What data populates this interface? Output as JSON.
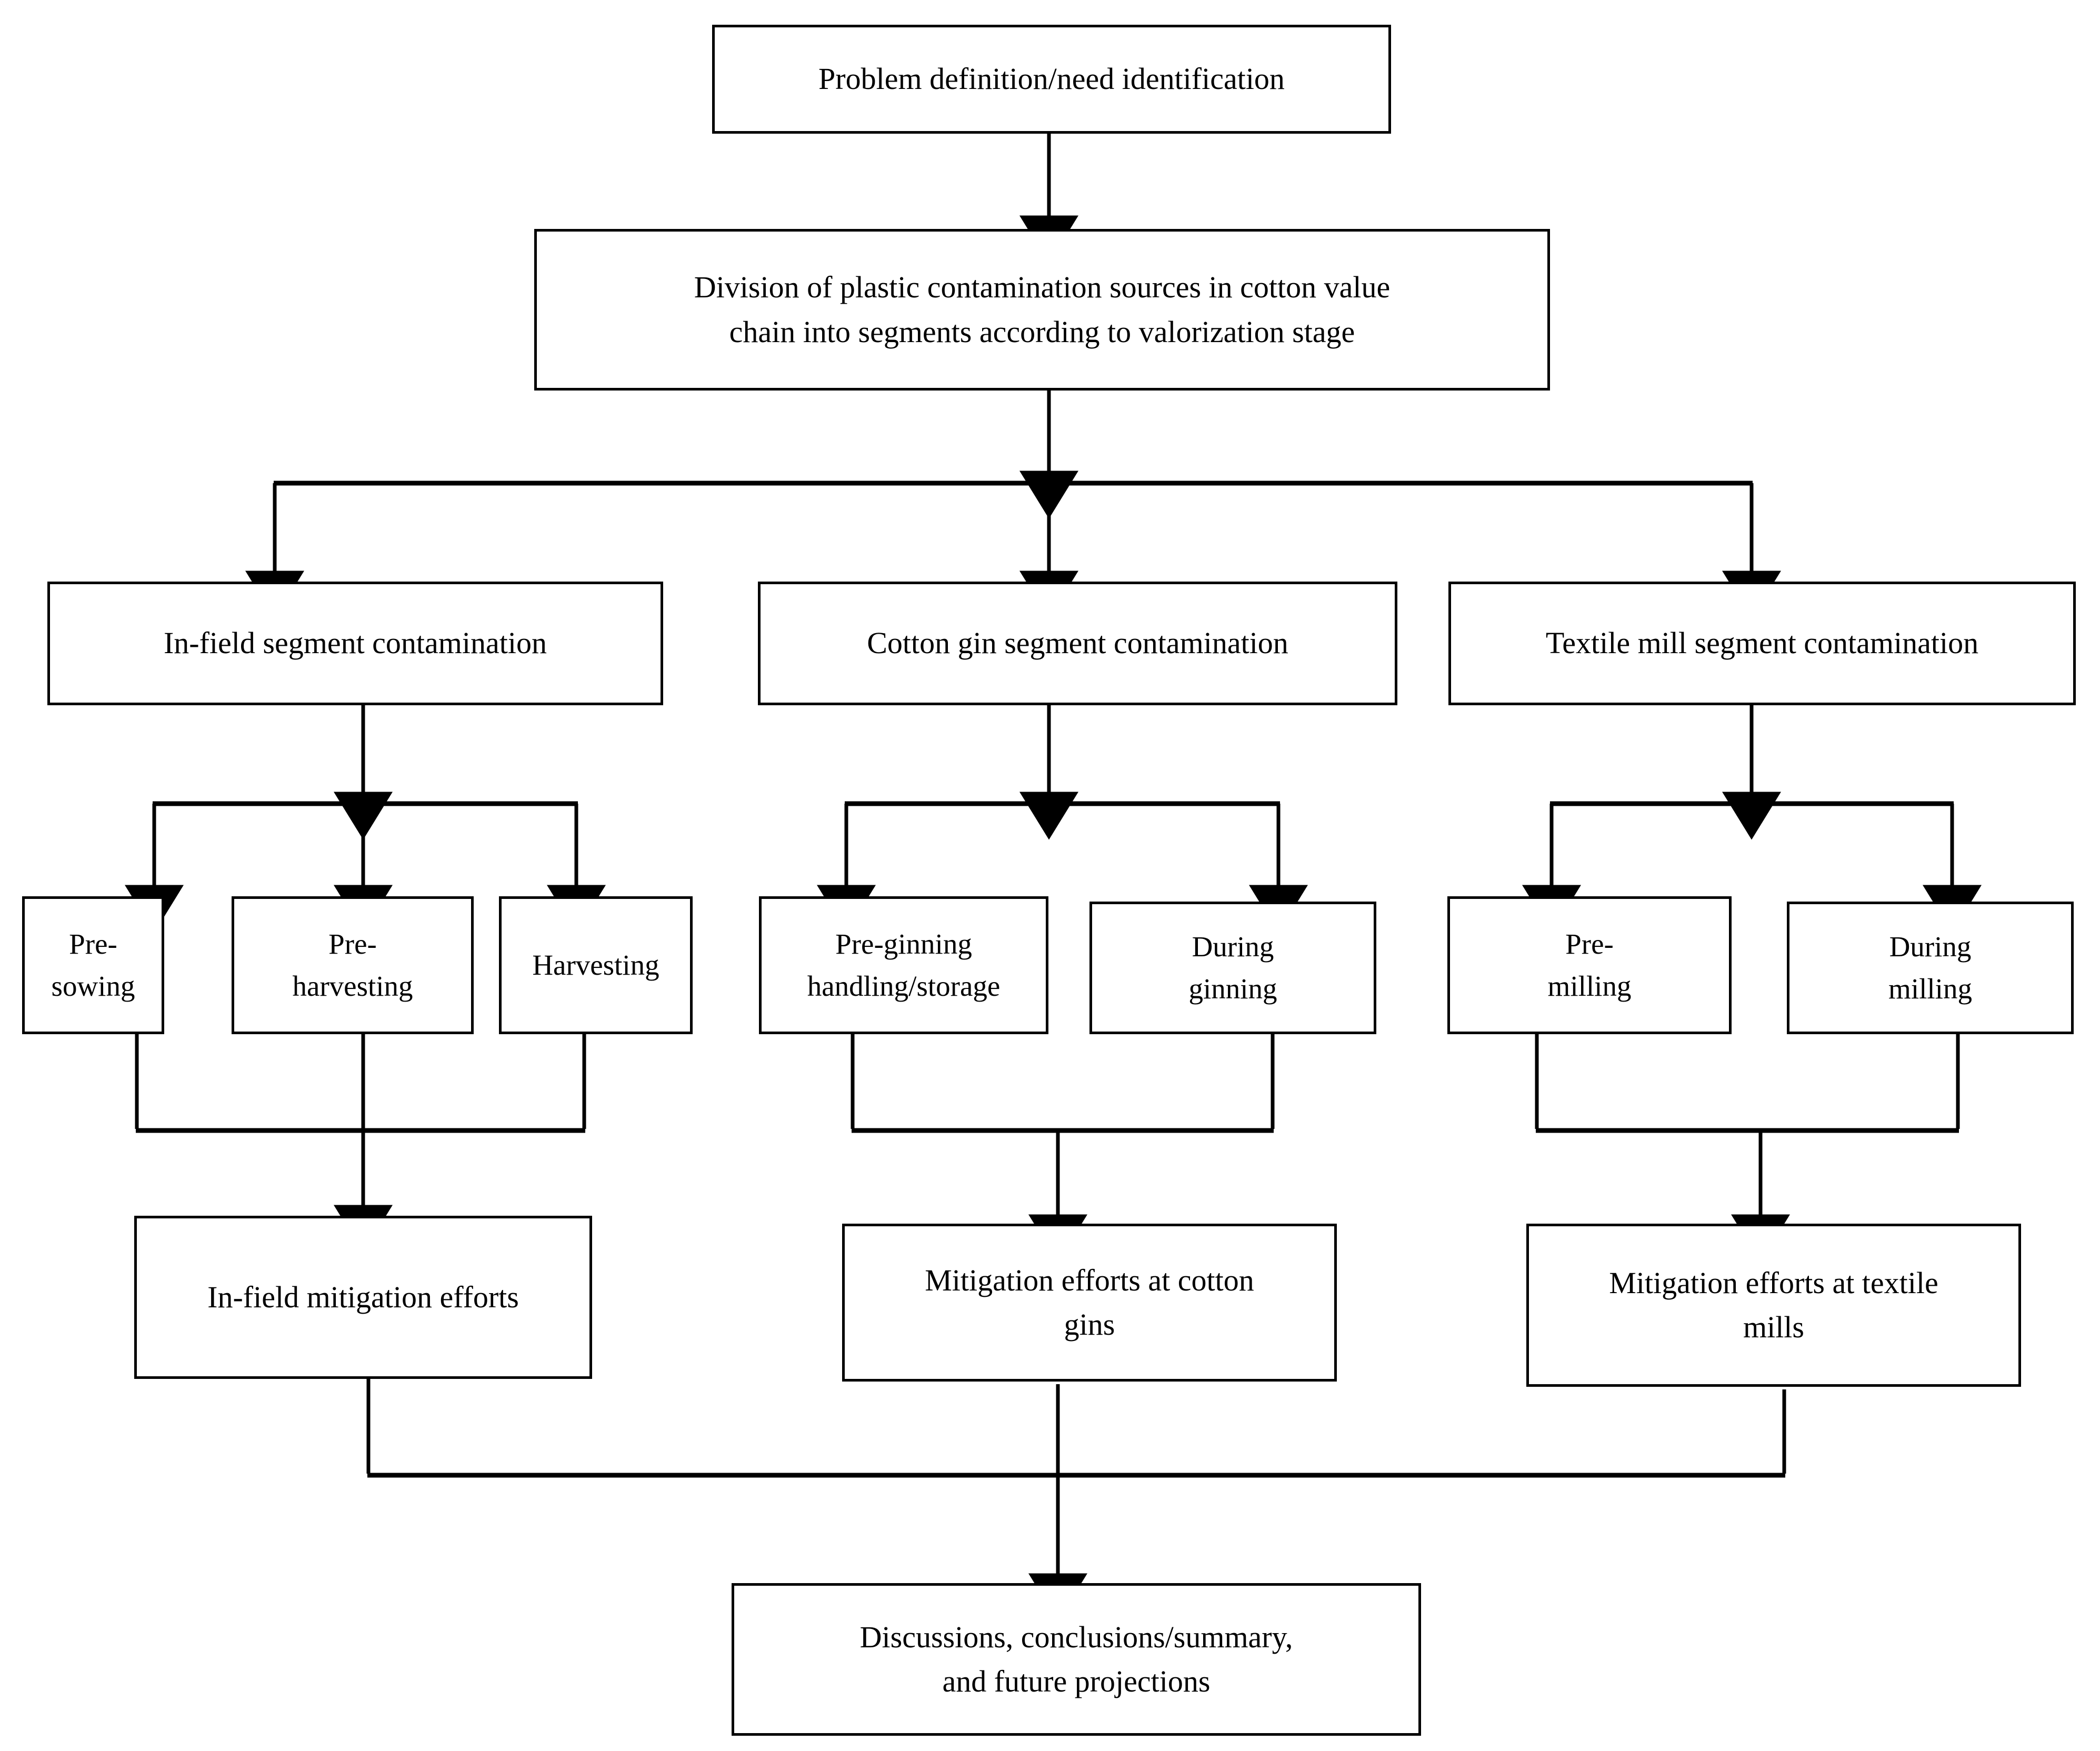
{
  "diagram": {
    "title": "Plastic contamination in the cotton value chain — study structure flowchart",
    "type": "flowchart",
    "line_color": "#000000",
    "box_fill": "#ffffff",
    "box_border_color": "#000000",
    "nodes": [
      {
        "id": "problem-definition",
        "label": "Problem definition/need identification",
        "level": 1
      },
      {
        "id": "division-of-sources",
        "label": "Division of plastic contamination sources in cotton value\nchain into segments according to valorization stage",
        "level": 2
      },
      {
        "id": "in-field-segment",
        "label": "In-field segment contamination",
        "level": 3
      },
      {
        "id": "cotton-gin-segment",
        "label": "Cotton gin segment contamination",
        "level": 3
      },
      {
        "id": "textile-mill-segment",
        "label": "Textile mill segment contamination",
        "level": 3
      },
      {
        "id": "pre-sowing",
        "label": "Pre-\nsowing",
        "level": 4
      },
      {
        "id": "pre-harvesting",
        "label": "Pre-\nharvesting",
        "level": 4
      },
      {
        "id": "harvesting",
        "label": "Harvesting",
        "level": 4
      },
      {
        "id": "pre-ginning-handling-storage",
        "label": "Pre-ginning\nhandling/storage",
        "level": 4
      },
      {
        "id": "during-ginning",
        "label": "During\nginning",
        "level": 4
      },
      {
        "id": "pre-milling",
        "label": "Pre-\nmilling",
        "level": 4
      },
      {
        "id": "during-milling",
        "label": "During\nmilling",
        "level": 4
      },
      {
        "id": "in-field-mitigation",
        "label": "In-field mitigation efforts",
        "level": 5
      },
      {
        "id": "cotton-gin-mitigation",
        "label": "Mitigation efforts at cotton\ngins",
        "level": 5
      },
      {
        "id": "textile-mill-mitigation",
        "label": "Mitigation efforts at textile\nmills",
        "level": 5
      },
      {
        "id": "conclusions",
        "label": "Discussions, conclusions/summary,\nand future projections",
        "level": 6
      }
    ],
    "edges": [
      {
        "from": "problem-definition",
        "to": "division-of-sources"
      },
      {
        "from": "division-of-sources",
        "to": "in-field-segment"
      },
      {
        "from": "division-of-sources",
        "to": "cotton-gin-segment"
      },
      {
        "from": "division-of-sources",
        "to": "textile-mill-segment"
      },
      {
        "from": "in-field-segment",
        "to": "pre-sowing"
      },
      {
        "from": "in-field-segment",
        "to": "pre-harvesting"
      },
      {
        "from": "in-field-segment",
        "to": "harvesting"
      },
      {
        "from": "cotton-gin-segment",
        "to": "pre-ginning-handling-storage"
      },
      {
        "from": "cotton-gin-segment",
        "to": "during-ginning"
      },
      {
        "from": "textile-mill-segment",
        "to": "pre-milling"
      },
      {
        "from": "textile-mill-segment",
        "to": "during-milling"
      },
      {
        "from": "pre-sowing",
        "to": "in-field-mitigation"
      },
      {
        "from": "pre-harvesting",
        "to": "in-field-mitigation"
      },
      {
        "from": "harvesting",
        "to": "in-field-mitigation"
      },
      {
        "from": "pre-ginning-handling-storage",
        "to": "cotton-gin-mitigation"
      },
      {
        "from": "during-ginning",
        "to": "cotton-gin-mitigation"
      },
      {
        "from": "pre-milling",
        "to": "textile-mill-mitigation"
      },
      {
        "from": "during-milling",
        "to": "textile-mill-mitigation"
      },
      {
        "from": "in-field-mitigation",
        "to": "conclusions"
      },
      {
        "from": "cotton-gin-mitigation",
        "to": "conclusions"
      },
      {
        "from": "textile-mill-mitigation",
        "to": "conclusions"
      }
    ]
  }
}
